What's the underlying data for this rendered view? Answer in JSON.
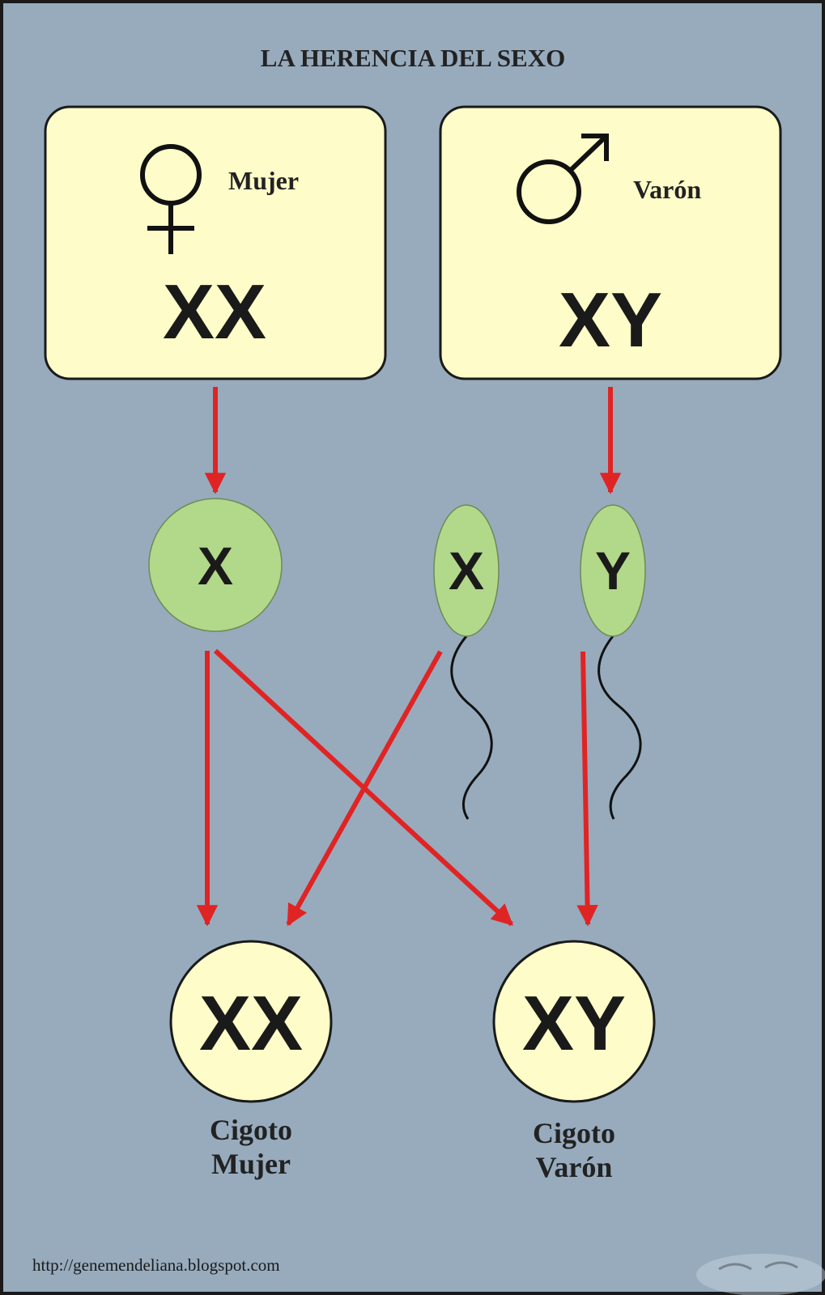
{
  "title": "LA HERENCIA DEL SEXO",
  "parents": {
    "female": {
      "label": "Mujer",
      "genotype": "XX",
      "icon": "venus-icon"
    },
    "male": {
      "label": "Varón",
      "genotype": "XY",
      "icon": "mars-icon"
    }
  },
  "gametes": {
    "ovum": {
      "chromosome": "X"
    },
    "sperm_x": {
      "chromosome": "X"
    },
    "sperm_y": {
      "chromosome": "Y"
    }
  },
  "zygotes": {
    "female": {
      "genotype": "XX",
      "label_line1": "Cigoto",
      "label_line2": "Mujer"
    },
    "male": {
      "genotype": "XY",
      "label_line1": "Cigoto",
      "label_line2": "Varón"
    }
  },
  "footer": {
    "url": "http://genemendeliana.blogspot.com"
  },
  "colors": {
    "background": "#97abbd",
    "box_fill": "#fefcc8",
    "gamete_fill": "#b2d88a",
    "arrow": "#e02424",
    "outline": "#1a1a1a"
  }
}
